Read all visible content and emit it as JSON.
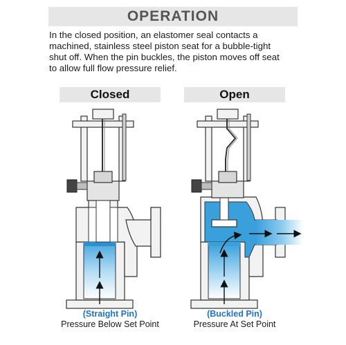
{
  "header": {
    "title": "OPERATION",
    "description_lines": [
      "In the closed position, an elastomer seal contacts a",
      "machined, stainless steel piston seat for a bubble-tight",
      "shut off. When the pin buckles, the piston moves off seat",
      "to allow full flow pressure relief."
    ]
  },
  "panels": {
    "closed": {
      "label": "Closed",
      "pin_label": "(Straight Pin)",
      "pressure_label": "Pressure Below Set Point"
    },
    "open": {
      "label": "Open",
      "pin_label": "(Buckled Pin)",
      "pressure_label": "Pressure At Set Point"
    }
  },
  "colors": {
    "fluid": "#3aa0dc",
    "fluid_light": "#d5ecf9",
    "body": "#f2f2f2",
    "outline": "#333333",
    "pin_label": "#1e73c8"
  }
}
